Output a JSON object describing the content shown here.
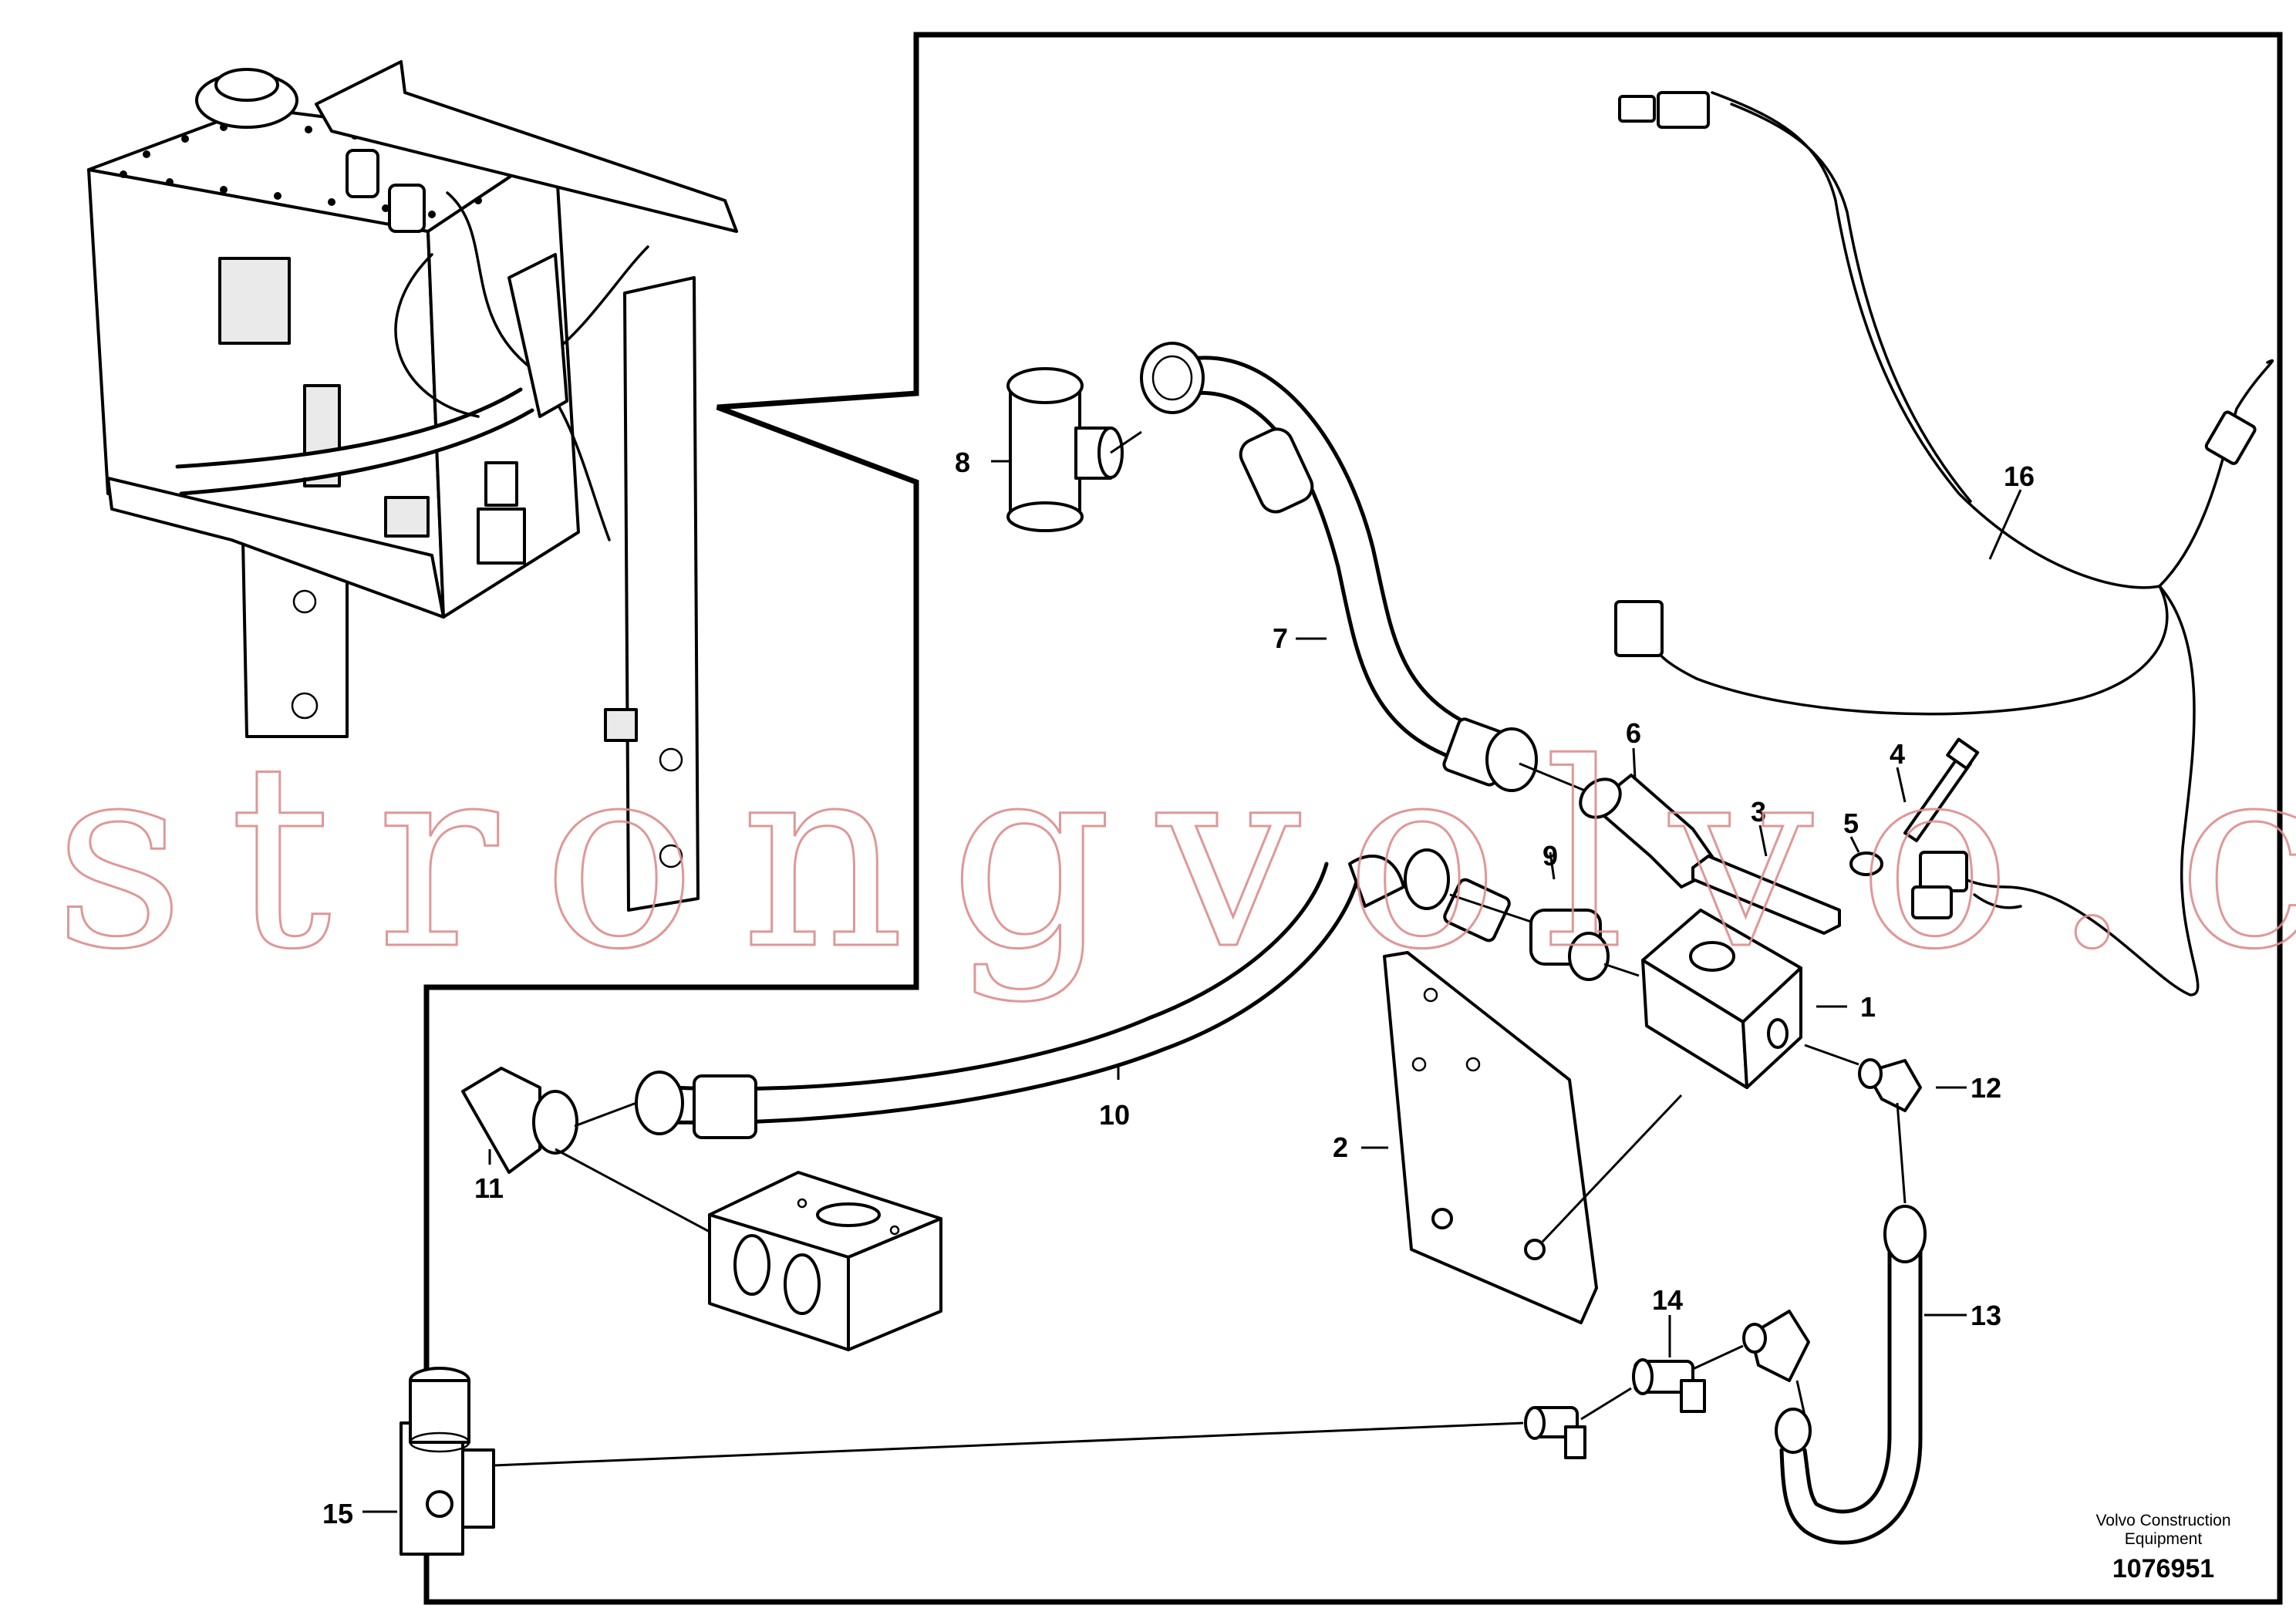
{
  "diagram": {
    "callouts": [
      "1",
      "2",
      "3",
      "4",
      "5",
      "6",
      "7",
      "8",
      "9",
      "10",
      "11",
      "12",
      "13",
      "14",
      "15",
      "16"
    ],
    "watermark": "strongvolvo.com",
    "footer": {
      "line1": "Volvo Construction",
      "line2": "Equipment",
      "code": "1076951"
    }
  }
}
